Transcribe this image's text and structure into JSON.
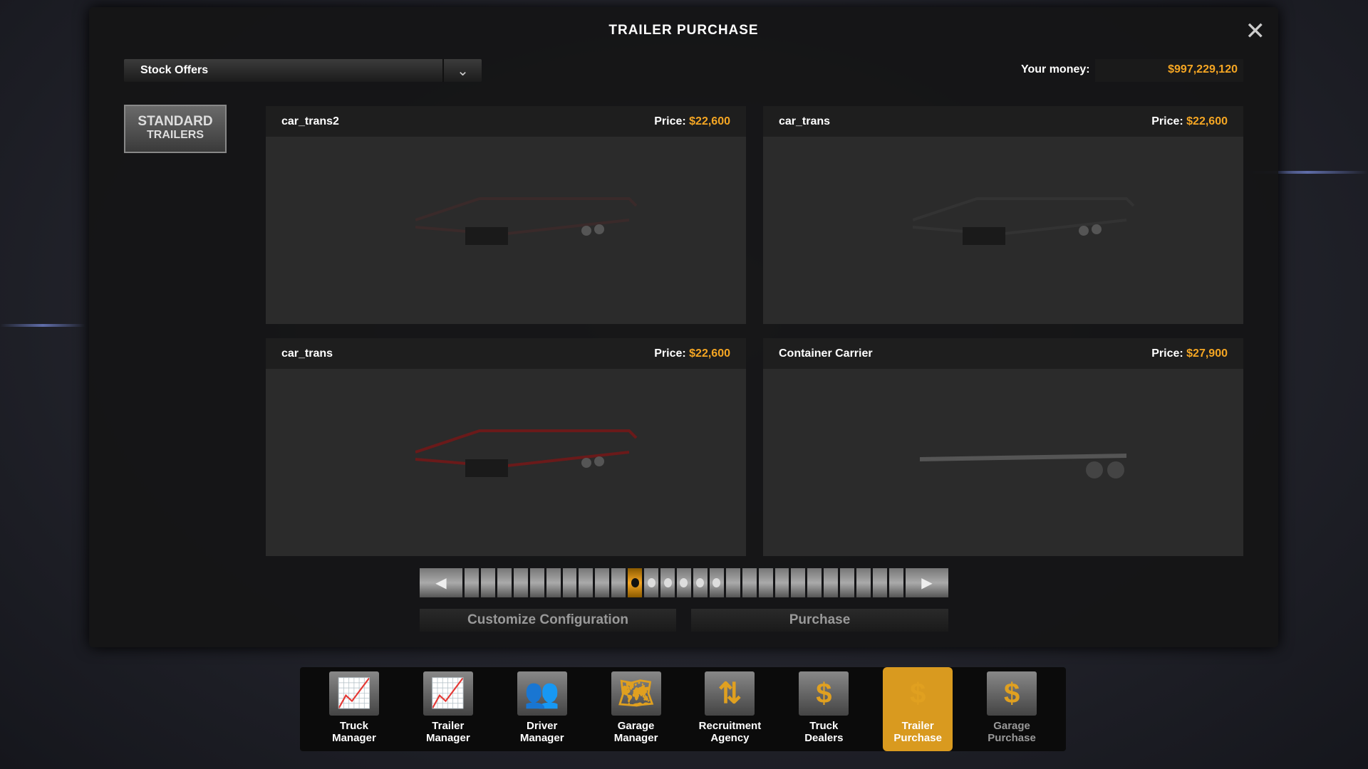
{
  "title": "TRAILER PURCHASE",
  "dropdown": {
    "selected": "Stock Offers"
  },
  "money": {
    "label": "Your money:",
    "value": "$997,229,120"
  },
  "badge": {
    "line1": "STANDARD",
    "line2": "TRAILERS"
  },
  "price_label": "Price:",
  "offers": [
    {
      "name": "car_trans2",
      "price": "$22,600",
      "color": "#3a2a2a"
    },
    {
      "name": "car_trans",
      "price": "$22,600",
      "color": "#333"
    },
    {
      "name": "car_trans",
      "price": "$22,600",
      "color": "#6a1a1a"
    },
    {
      "name": "Container Carrier",
      "price": "$27,900",
      "color": "#222"
    }
  ],
  "pager": {
    "total_segments": 27,
    "current_index": 10,
    "dot_indices": [
      10,
      11,
      12,
      13,
      14,
      15
    ]
  },
  "buttons": {
    "customize": "Customize Configuration",
    "purchase": "Purchase"
  },
  "nav": [
    {
      "line1": "Truck",
      "line2": "Manager",
      "icon": "truck-manager-icon"
    },
    {
      "line1": "Trailer",
      "line2": "Manager",
      "icon": "trailer-manager-icon"
    },
    {
      "line1": "Driver",
      "line2": "Manager",
      "icon": "driver-manager-icon"
    },
    {
      "line1": "Garage",
      "line2": "Manager",
      "icon": "garage-manager-icon"
    },
    {
      "line1": "Recruitment",
      "line2": "Agency",
      "icon": "recruitment-icon"
    },
    {
      "line1": "Truck Dealers",
      "line2": "",
      "icon": "truck-dealers-icon"
    },
    {
      "line1": "Trailer",
      "line2": "Purchase",
      "icon": "trailer-purchase-icon"
    },
    {
      "line1": "Garage",
      "line2": "Purchase",
      "icon": "garage-purchase-icon"
    }
  ]
}
